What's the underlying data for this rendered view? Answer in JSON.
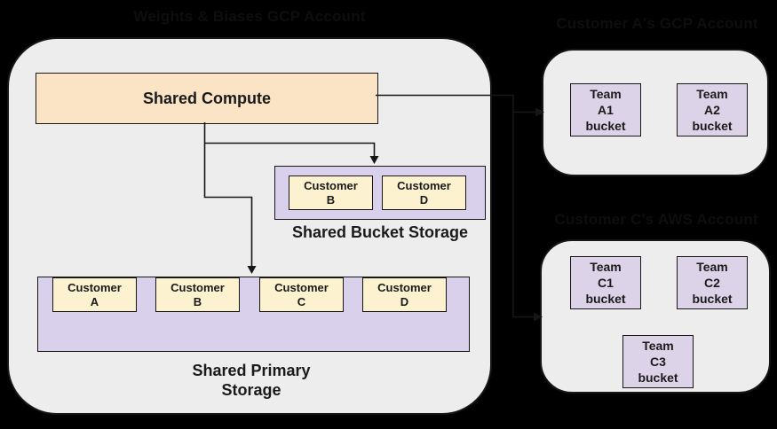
{
  "colors": {
    "background": "#000000",
    "container_fill": "#EEEDEE",
    "compute_fill": "#FBE3C6",
    "storage_fill": "#D9D0EB",
    "customer_fill": "#FCF2CF",
    "team_bucket_fill": "#DDD3E9",
    "line": "#161616"
  },
  "shared_account": {
    "title": "Weights & Biases GCP Account",
    "compute": {
      "label": "Shared Compute"
    },
    "bucket_storage": {
      "label": "Shared Bucket Storage",
      "buckets": [
        {
          "line1": "Customer",
          "line2": "B"
        },
        {
          "line1": "Customer",
          "line2": "D"
        }
      ]
    },
    "primary_storage": {
      "label_line1": "Shared Primary",
      "label_line2": "Storage",
      "buckets": [
        {
          "line1": "Customer",
          "line2": "A"
        },
        {
          "line1": "Customer",
          "line2": "B"
        },
        {
          "line1": "Customer",
          "line2": "C"
        },
        {
          "line1": "Customer",
          "line2": "D"
        }
      ]
    }
  },
  "customer_a_account": {
    "title": "Customer A's GCP Account",
    "buckets": [
      {
        "line1": "Team",
        "line2": "A1",
        "line3": "bucket"
      },
      {
        "line1": "Team",
        "line2": "A2",
        "line3": "bucket"
      }
    ]
  },
  "customer_c_account": {
    "title": "Customer C's AWS Account",
    "buckets": [
      {
        "line1": "Team",
        "line2": "C1",
        "line3": "bucket"
      },
      {
        "line1": "Team",
        "line2": "C2",
        "line3": "bucket"
      },
      {
        "line1": "Team",
        "line2": "C3",
        "line3": "bucket"
      }
    ]
  }
}
